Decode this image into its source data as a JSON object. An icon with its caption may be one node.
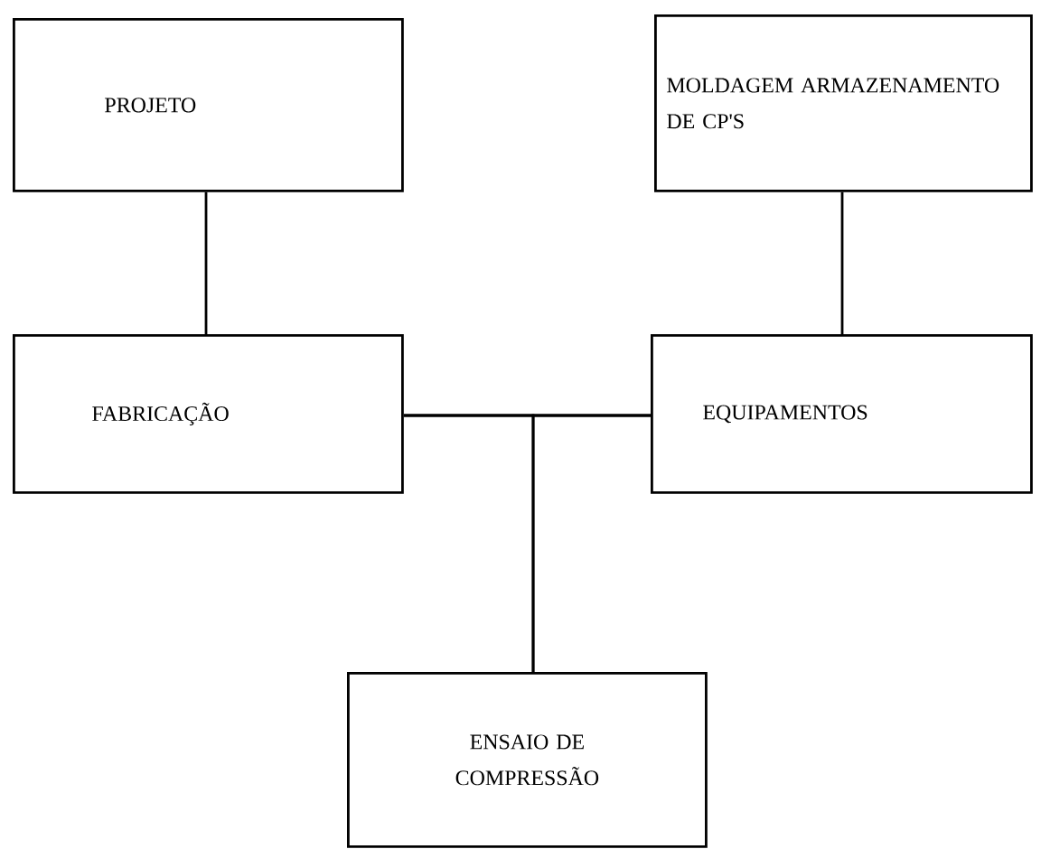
{
  "diagram": {
    "nodes": [
      {
        "text": [
          "PROJETO"
        ]
      },
      {
        "text": [
          "MOLDAGEM ARMAZENAMENTO DE CP'S"
        ]
      },
      {
        "text": [
          "FABRICAÇÃO"
        ]
      },
      {
        "text": [
          "EQUIPAMENTOS"
        ]
      },
      {
        "text": [
          "ENSAIO DE COMPRESSÃO"
        ]
      }
    ],
    "edges": [
      {
        "from": 0,
        "to": 2,
        "arrow": "none"
      },
      {
        "from": 1,
        "to": 3,
        "arrow": "none"
      },
      {
        "from": 2,
        "to": 3,
        "arrow": "none"
      },
      {
        "from": 2,
        "to": 4,
        "arrow": "none"
      },
      {
        "from": 3,
        "to": 4,
        "arrow": "none"
      }
    ]
  }
}
